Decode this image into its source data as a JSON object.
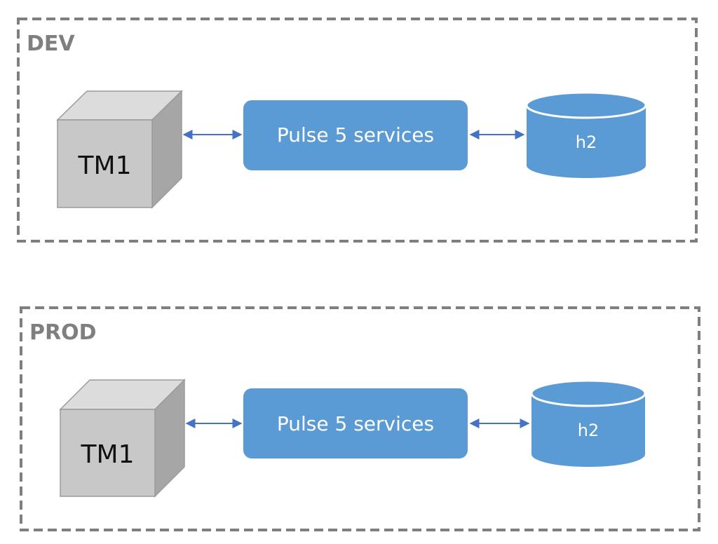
{
  "colors": {
    "frame_border": "#7f7f7f",
    "env_label": "#7f7f7f",
    "cube_front": "#c8c8c8",
    "cube_top": "#dcdcdc",
    "cube_side": "#a6a6a6",
    "cube_stroke": "#9a9a9a",
    "service_fill": "#5b9bd5",
    "db_fill": "#5b9bd5",
    "arrow": "#4472c4"
  },
  "environments": [
    {
      "label": "DEV",
      "server": {
        "label": "TM1",
        "icon": "cube-icon"
      },
      "service": {
        "label": "Pulse 5 services"
      },
      "database": {
        "label": "h2",
        "icon": "database-icon"
      }
    },
    {
      "label": "PROD",
      "server": {
        "label": "TM1",
        "icon": "cube-icon"
      },
      "service": {
        "label": "Pulse 5 services"
      },
      "database": {
        "label": "h2",
        "icon": "database-icon"
      }
    }
  ]
}
